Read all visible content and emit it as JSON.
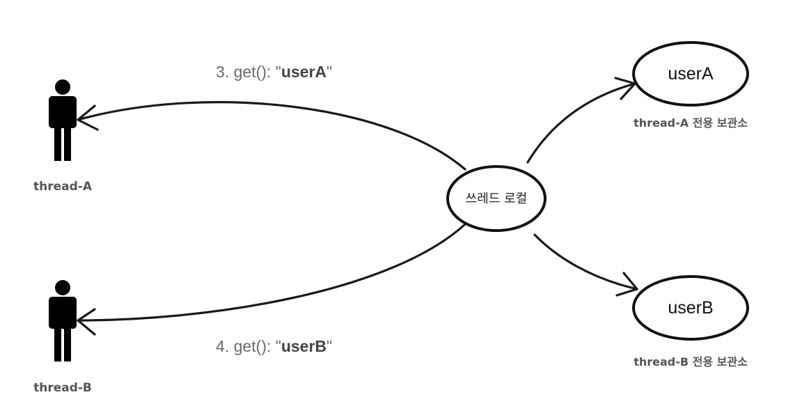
{
  "actors": [
    {
      "label": "thread-A"
    },
    {
      "label": "thread-B"
    }
  ],
  "center_node": {
    "label": "쓰레드 로컬"
  },
  "stores": [
    {
      "value": "userA",
      "caption": "thread-A 전용 보관소"
    },
    {
      "value": "userB",
      "caption": "thread-B 전용 보관소"
    }
  ],
  "edges": [
    {
      "prefix": "3. get(): \"",
      "value": "userA",
      "suffix": "\""
    },
    {
      "prefix": "4. get(): \"",
      "value": "userB",
      "suffix": "\""
    }
  ]
}
